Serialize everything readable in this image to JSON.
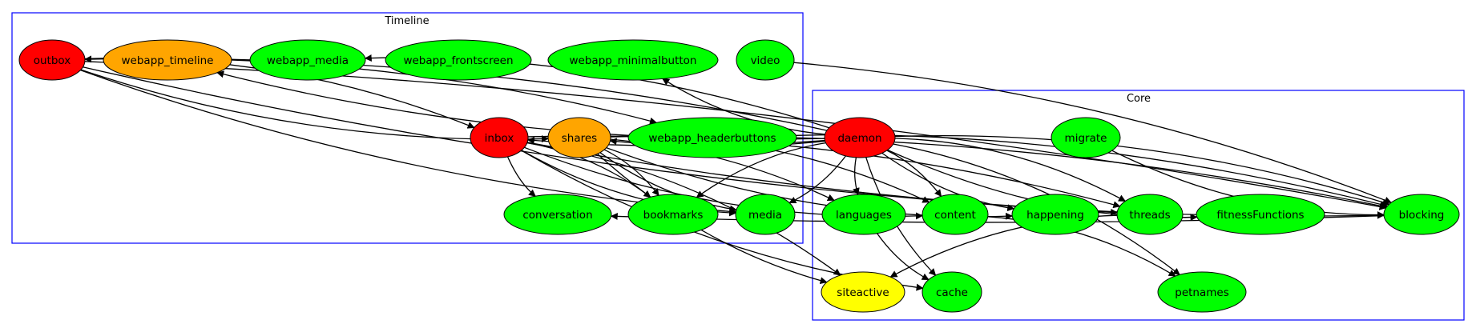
{
  "colors": {
    "red": "#ff0000",
    "orange": "#ffa500",
    "green": "#00ff00",
    "yellow": "#ffff00",
    "cluster_border": "#0000ff",
    "edge": "#000000"
  },
  "clusters": [
    {
      "id": "timeline",
      "label": "Timeline"
    },
    {
      "id": "core",
      "label": "Core"
    }
  ],
  "nodes": [
    {
      "id": "outbox",
      "label": "outbox",
      "color": "red"
    },
    {
      "id": "webapp_timeline",
      "label": "webapp_timeline",
      "color": "orange"
    },
    {
      "id": "webapp_media",
      "label": "webapp_media",
      "color": "green"
    },
    {
      "id": "webapp_frontscreen",
      "label": "webapp_frontscreen",
      "color": "green"
    },
    {
      "id": "webapp_minimalbutton",
      "label": "webapp_minimalbutton",
      "color": "green"
    },
    {
      "id": "video",
      "label": "video",
      "color": "green"
    },
    {
      "id": "inbox",
      "label": "inbox",
      "color": "red"
    },
    {
      "id": "shares",
      "label": "shares",
      "color": "orange"
    },
    {
      "id": "webapp_headerbuttons",
      "label": "webapp_headerbuttons",
      "color": "green"
    },
    {
      "id": "conversation",
      "label": "conversation",
      "color": "green"
    },
    {
      "id": "bookmarks",
      "label": "bookmarks",
      "color": "green"
    },
    {
      "id": "media",
      "label": "media",
      "color": "green"
    },
    {
      "id": "daemon",
      "label": "daemon",
      "color": "red"
    },
    {
      "id": "migrate",
      "label": "migrate",
      "color": "green"
    },
    {
      "id": "languages",
      "label": "languages",
      "color": "green"
    },
    {
      "id": "content",
      "label": "content",
      "color": "green"
    },
    {
      "id": "happening",
      "label": "happening",
      "color": "green"
    },
    {
      "id": "threads",
      "label": "threads",
      "color": "green"
    },
    {
      "id": "fitnessFunctions",
      "label": "fitnessFunctions",
      "color": "green"
    },
    {
      "id": "blocking",
      "label": "blocking",
      "color": "green"
    },
    {
      "id": "siteactive",
      "label": "siteactive",
      "color": "yellow"
    },
    {
      "id": "cache",
      "label": "cache",
      "color": "green"
    },
    {
      "id": "petnames",
      "label": "petnames",
      "color": "green"
    }
  ],
  "edges": [
    {
      "from": "outbox",
      "to": "inbox"
    },
    {
      "from": "outbox",
      "to": "shares"
    },
    {
      "from": "outbox",
      "to": "webapp_headerbuttons"
    },
    {
      "from": "outbox",
      "to": "threads"
    },
    {
      "from": "outbox",
      "to": "blocking"
    },
    {
      "from": "outbox",
      "to": "media"
    },
    {
      "from": "video",
      "to": "blocking"
    },
    {
      "from": "inbox",
      "to": "conversation"
    },
    {
      "from": "inbox",
      "to": "bookmarks"
    },
    {
      "from": "inbox",
      "to": "media"
    },
    {
      "from": "inbox",
      "to": "languages"
    },
    {
      "from": "inbox",
      "to": "content"
    },
    {
      "from": "inbox",
      "to": "threads"
    },
    {
      "from": "inbox",
      "to": "blocking"
    },
    {
      "from": "inbox",
      "to": "siteactive"
    },
    {
      "from": "inbox",
      "to": "cache"
    },
    {
      "from": "shares",
      "to": "bookmarks"
    },
    {
      "from": "shares",
      "to": "media"
    },
    {
      "from": "shares",
      "to": "content"
    },
    {
      "from": "shares",
      "to": "happening"
    },
    {
      "from": "shares",
      "to": "blocking"
    },
    {
      "from": "shares",
      "to": "siteactive"
    },
    {
      "from": "webapp_headerbuttons",
      "to": "blocking"
    },
    {
      "from": "daemon",
      "to": "outbox"
    },
    {
      "from": "daemon",
      "to": "webapp_timeline"
    },
    {
      "from": "daemon",
      "to": "webapp_media"
    },
    {
      "from": "daemon",
      "to": "webapp_minimalbutton"
    },
    {
      "from": "daemon",
      "to": "inbox"
    },
    {
      "from": "daemon",
      "to": "shares"
    },
    {
      "from": "daemon",
      "to": "bookmarks"
    },
    {
      "from": "daemon",
      "to": "media"
    },
    {
      "from": "daemon",
      "to": "languages"
    },
    {
      "from": "daemon",
      "to": "content"
    },
    {
      "from": "daemon",
      "to": "happening"
    },
    {
      "from": "daemon",
      "to": "threads"
    },
    {
      "from": "daemon",
      "to": "fitnessFunctions"
    },
    {
      "from": "daemon",
      "to": "blocking"
    },
    {
      "from": "daemon",
      "to": "cache"
    },
    {
      "from": "daemon",
      "to": "petnames"
    },
    {
      "from": "migrate",
      "to": "blocking"
    },
    {
      "from": "blocking",
      "to": "conversation"
    },
    {
      "from": "languages",
      "to": "cache"
    },
    {
      "from": "content",
      "to": "petnames"
    },
    {
      "from": "threads",
      "to": "siteactive"
    }
  ]
}
